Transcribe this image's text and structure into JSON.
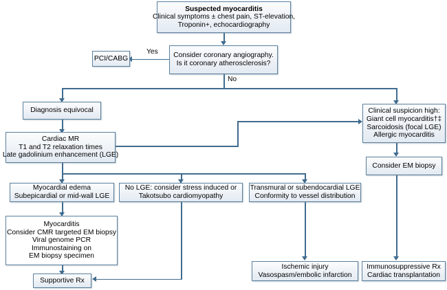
{
  "diagram": {
    "title": "Suspected myocarditis diagnostic algorithm",
    "colors": {
      "box_border": "#5a7f9e",
      "box_fill_top": "#fbfcfd",
      "box_fill_bottom": "#e3eaf2",
      "connector": "#3f6b8e",
      "text": "#000000",
      "background": "#ffffff"
    }
  },
  "nodes": {
    "suspected_myocarditis": {
      "heading": "Suspected myocarditis",
      "line1": "Clinical symptoms ± chest pain, ST-elevation,",
      "line2": "Troponin+, echocardiography"
    },
    "coronary_angiography": {
      "line1": "Consider coronary angiography.",
      "line2": "Is it coronary atherosclerosis?"
    },
    "pci_cabg": {
      "line1": "PCI/CABG"
    },
    "diagnosis_equivocal": {
      "line1": "Diagnosis equivocal"
    },
    "clinical_suspicion_high": {
      "line1": "Clinical suspicion high:",
      "line2": "Giant cell myocarditis†‡",
      "line3": "Sarcoidosis (focal LGE)",
      "line4": "Allergic myocarditis"
    },
    "cardiac_mr": {
      "line1": "Cardiac MR",
      "line2": "T1 and T2 relaxation times",
      "line3": "Late gadolinium enhancement (LGE)"
    },
    "consider_em_biopsy": {
      "line1": "Consider EM biopsy"
    },
    "myocardial_edema": {
      "line1": "Myocardial edema",
      "line2": "Subepicardial or mid-wall LGE"
    },
    "no_lge": {
      "line1": "No LGE: consider stress induced or",
      "line2": "Takotsubo cardiomyopathy"
    },
    "transmural_lge": {
      "line1": "Transmural or subendocardial LGE",
      "line2": "Conformity to vessel distribution"
    },
    "myocarditis": {
      "line1": "Myocarditis",
      "line2": "Consider CMR targeted EM biopsy",
      "line3": "Viral genome PCR",
      "line4": "Immunostaining on",
      "line5": "EM biopsy specimen"
    },
    "supportive_rx": {
      "line1": "Supportive Rx"
    },
    "ischemic_injury": {
      "line1": "Ischemic injury",
      "line2": "Vasospasm/embolic infarction"
    },
    "immunosuppressive_rx": {
      "line1": "Immunosuppressive Rx",
      "line2": "Cardiac transplantation"
    }
  },
  "edge_labels": {
    "yes": "Yes",
    "no": "No"
  }
}
